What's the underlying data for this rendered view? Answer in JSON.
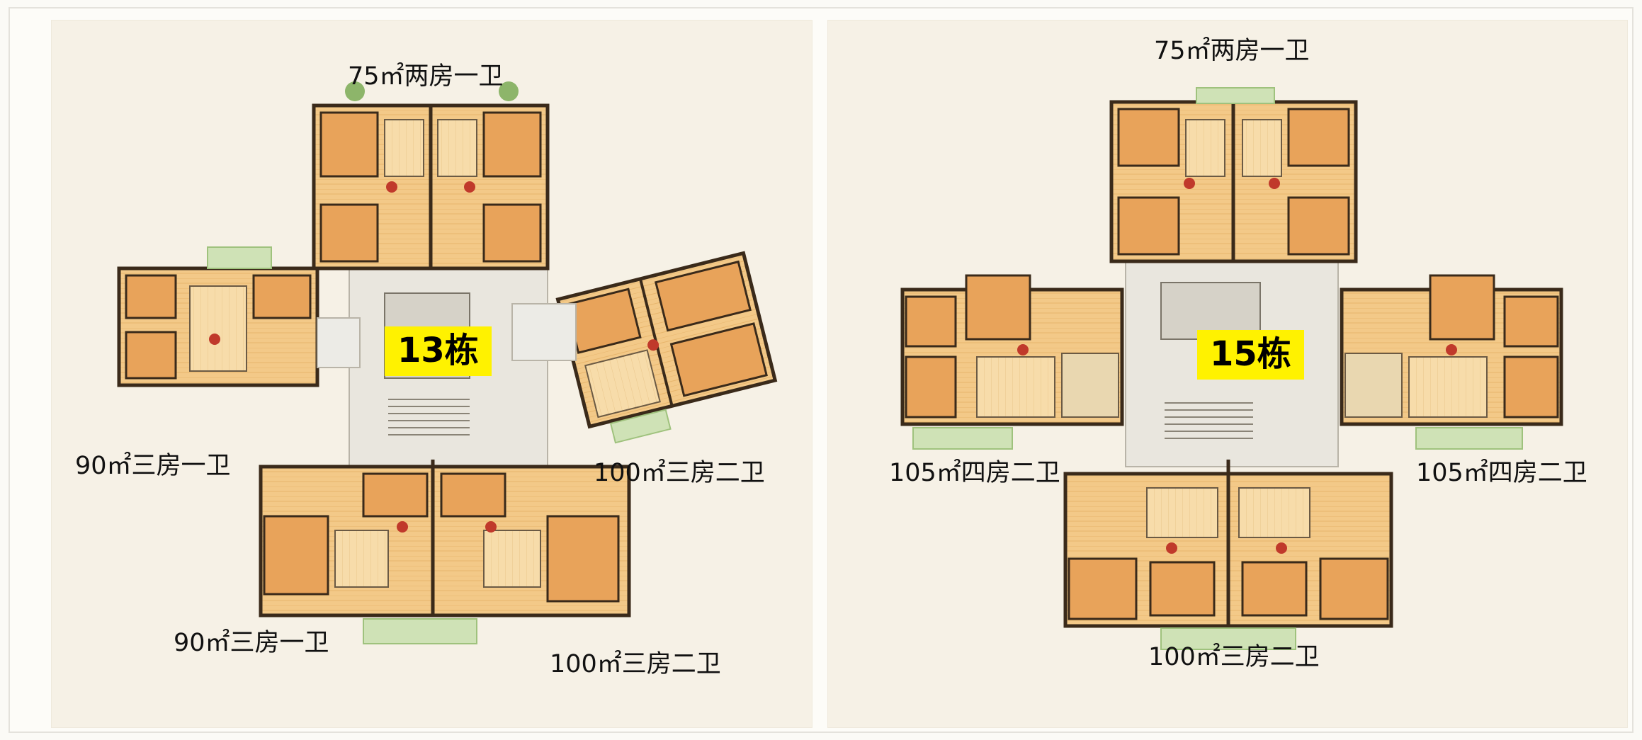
{
  "buildings": [
    {
      "tag": "13栋",
      "labels": {
        "top": "75㎡两房一卫",
        "left": "90㎡三房一卫",
        "right": "100㎡三房二卫",
        "bottom_left": "90㎡三房一卫",
        "bottom_right": "100㎡三房二卫"
      }
    },
    {
      "tag": "15栋",
      "labels": {
        "top": "75㎡两房一卫",
        "left": "105㎡四房二卫",
        "right": "105㎡四房二卫",
        "bottom": "100㎡三房二卫"
      }
    }
  ],
  "colors": {
    "room_fill": "#f3c988",
    "room_light": "#f7dcaa",
    "wall": "#3a2a1a",
    "garden": "#9fc27d",
    "core": "#d8d6cf",
    "highlight": "#fff200"
  }
}
